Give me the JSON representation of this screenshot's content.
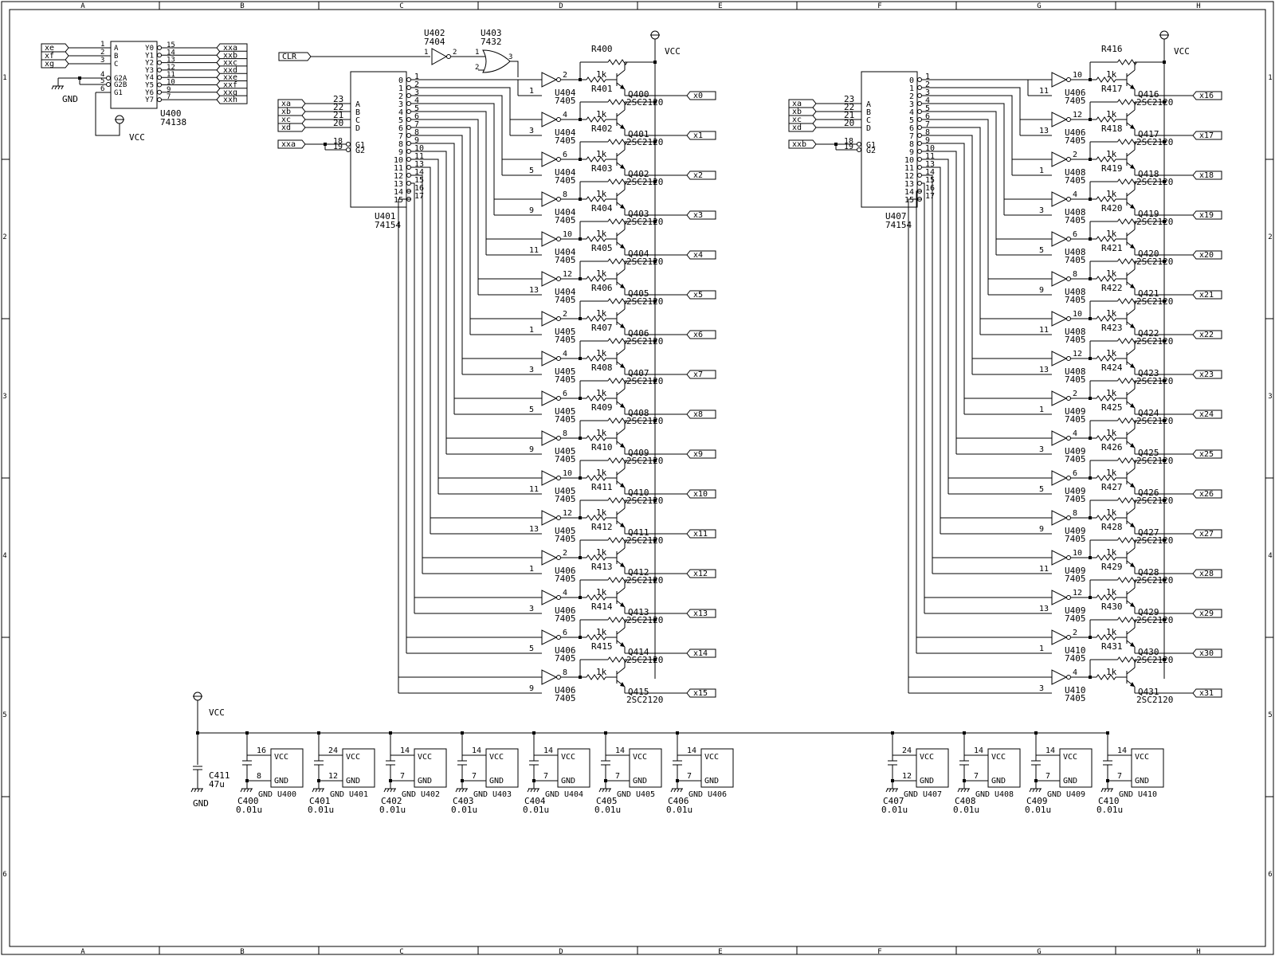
{
  "frame": {
    "columns": [
      "A",
      "B",
      "C",
      "D",
      "E",
      "F",
      "G",
      "H"
    ],
    "rows": [
      "1",
      "2",
      "3",
      "4",
      "5",
      "6"
    ]
  },
  "power": {
    "vcc": "VCC",
    "gnd": "GND"
  },
  "u400": {
    "ref": "U400",
    "part": "74138",
    "in_nets": [
      "xe",
      "xf",
      "xg"
    ],
    "in_pins": [
      "1",
      "2",
      "3"
    ],
    "in_names": [
      "A",
      "B",
      "C"
    ],
    "en_pins": [
      "4",
      "5",
      "6"
    ],
    "en_names": [
      "G2A",
      "G2B",
      "G1"
    ],
    "out_names": [
      "Y0",
      "Y1",
      "Y2",
      "Y3",
      "Y4",
      "Y5",
      "Y6",
      "Y7"
    ],
    "out_pins": [
      "15",
      "14",
      "13",
      "12",
      "11",
      "10",
      "9",
      "7"
    ],
    "out_nets": [
      "xxa",
      "xxb",
      "xxc",
      "xxd",
      "xxe",
      "xxf",
      "xxg",
      "xxh"
    ]
  },
  "clr": {
    "net": "CLR",
    "inv_ref": "U402",
    "inv_part": "7404",
    "inv_in": "1",
    "inv_out": "2",
    "or_ref": "U403",
    "or_part": "7432",
    "or_in1": "1",
    "or_in2": "2",
    "or_out": "3"
  },
  "decoders": [
    {
      "ref": "U401",
      "part": "74154",
      "addr_nets": [
        "xa",
        "xb",
        "xc",
        "xd"
      ],
      "addr_pins": [
        "23",
        "22",
        "21",
        "20"
      ],
      "addr_names": [
        "A",
        "B",
        "C",
        "D"
      ],
      "en_net": "xxa",
      "en_pins": [
        "18",
        "19"
      ],
      "en_names": [
        "G1",
        "G2"
      ],
      "out_names": [
        "0",
        "1",
        "2",
        "3",
        "4",
        "5",
        "6",
        "7",
        "8",
        "9",
        "10",
        "11",
        "12",
        "13",
        "14",
        "15"
      ],
      "out_pins": [
        "1",
        "2",
        "3",
        "4",
        "5",
        "6",
        "7",
        "8",
        "9",
        "10",
        "11",
        "13",
        "14",
        "15",
        "16",
        "17"
      ]
    },
    {
      "ref": "U407",
      "part": "74154",
      "addr_nets": [
        "xa",
        "xb",
        "xc",
        "xd"
      ],
      "addr_pins": [
        "23",
        "22",
        "21",
        "20"
      ],
      "addr_names": [
        "A",
        "B",
        "C",
        "D"
      ],
      "en_net": "xxb",
      "en_pins": [
        "18",
        "19"
      ],
      "en_names": [
        "G1",
        "G2"
      ],
      "out_names": [
        "0",
        "1",
        "2",
        "3",
        "4",
        "5",
        "6",
        "7",
        "8",
        "9",
        "10",
        "11",
        "12",
        "13",
        "14",
        "15"
      ],
      "out_pins": [
        "1",
        "2",
        "3",
        "4",
        "5",
        "6",
        "7",
        "8",
        "9",
        "10",
        "11",
        "13",
        "14",
        "15",
        "16",
        "17"
      ]
    }
  ],
  "drivers_left": [
    {
      "buf": "U404",
      "bp": "7405",
      "bin": "1",
      "bout": "2",
      "r": "R400",
      "rv": "1k",
      "q": "Q400",
      "qp": "2SC2120",
      "net": "x0"
    },
    {
      "buf": "U404",
      "bp": "7405",
      "bin": "3",
      "bout": "4",
      "r": "R401",
      "rv": "1k",
      "q": "Q401",
      "qp": "2SC2120",
      "net": "x1"
    },
    {
      "buf": "U404",
      "bp": "7405",
      "bin": "5",
      "bout": "6",
      "r": "R402",
      "rv": "1k",
      "q": "Q402",
      "qp": "2SC2120",
      "net": "x2"
    },
    {
      "buf": "U404",
      "bp": "7405",
      "bin": "9",
      "bout": "8",
      "r": "R403",
      "rv": "1k",
      "q": "Q403",
      "qp": "2SC2120",
      "net": "x3"
    },
    {
      "buf": "U404",
      "bp": "7405",
      "bin": "11",
      "bout": "10",
      "r": "R404",
      "rv": "1k",
      "q": "Q404",
      "qp": "2SC2120",
      "net": "x4"
    },
    {
      "buf": "U404",
      "bp": "7405",
      "bin": "13",
      "bout": "12",
      "r": "R405",
      "rv": "1k",
      "q": "Q405",
      "qp": "2SC2120",
      "net": "x5"
    },
    {
      "buf": "U405",
      "bp": "7405",
      "bin": "1",
      "bout": "2",
      "r": "R406",
      "rv": "1k",
      "q": "Q406",
      "qp": "2SC2120",
      "net": "x6"
    },
    {
      "buf": "U405",
      "bp": "7405",
      "bin": "3",
      "bout": "4",
      "r": "R407",
      "rv": "1k",
      "q": "Q407",
      "qp": "2SC2120",
      "net": "x7"
    },
    {
      "buf": "U405",
      "bp": "7405",
      "bin": "5",
      "bout": "6",
      "r": "R408",
      "rv": "1k",
      "q": "Q408",
      "qp": "2SC2120",
      "net": "x8"
    },
    {
      "buf": "U405",
      "bp": "7405",
      "bin": "9",
      "bout": "8",
      "r": "R409",
      "rv": "1k",
      "q": "Q409",
      "qp": "2SC2120",
      "net": "x9"
    },
    {
      "buf": "U405",
      "bp": "7405",
      "bin": "11",
      "bout": "10",
      "r": "R410",
      "rv": "1k",
      "q": "Q410",
      "qp": "2SC2120",
      "net": "x10"
    },
    {
      "buf": "U405",
      "bp": "7405",
      "bin": "13",
      "bout": "12",
      "r": "R411",
      "rv": "1k",
      "q": "Q411",
      "qp": "2SC2120",
      "net": "x11"
    },
    {
      "buf": "U406",
      "bp": "7405",
      "bin": "1",
      "bout": "2",
      "r": "R412",
      "rv": "1k",
      "q": "Q412",
      "qp": "2SC2120",
      "net": "x12"
    },
    {
      "buf": "U406",
      "bp": "7405",
      "bin": "3",
      "bout": "4",
      "r": "R413",
      "rv": "1k",
      "q": "Q413",
      "qp": "2SC2120",
      "net": "x13"
    },
    {
      "buf": "U406",
      "bp": "7405",
      "bin": "5",
      "bout": "6",
      "r": "R414",
      "rv": "1k",
      "q": "Q414",
      "qp": "2SC2120",
      "net": "x14"
    },
    {
      "buf": "U406",
      "bp": "7405",
      "bin": "9",
      "bout": "8",
      "r": "R415",
      "rv": "1k",
      "q": "Q415",
      "qp": "2SC2120",
      "net": "x15"
    }
  ],
  "drivers_right": [
    {
      "buf": "U406",
      "bp": "7405",
      "bin": "11",
      "bout": "10",
      "r": "R416",
      "rv": "1k",
      "q": "Q416",
      "qp": "2SC2120",
      "net": "x16"
    },
    {
      "buf": "U406",
      "bp": "7405",
      "bin": "13",
      "bout": "12",
      "r": "R417",
      "rv": "1k",
      "q": "Q417",
      "qp": "2SC2120",
      "net": "x17"
    },
    {
      "buf": "U408",
      "bp": "7405",
      "bin": "1",
      "bout": "2",
      "r": "R418",
      "rv": "1k",
      "q": "Q418",
      "qp": "2SC2120",
      "net": "x18"
    },
    {
      "buf": "U408",
      "bp": "7405",
      "bin": "3",
      "bout": "4",
      "r": "R419",
      "rv": "1k",
      "q": "Q419",
      "qp": "2SC2120",
      "net": "x19"
    },
    {
      "buf": "U408",
      "bp": "7405",
      "bin": "5",
      "bout": "6",
      "r": "R420",
      "rv": "1k",
      "q": "Q420",
      "qp": "2SC2120",
      "net": "x20"
    },
    {
      "buf": "U408",
      "bp": "7405",
      "bin": "9",
      "bout": "8",
      "r": "R421",
      "rv": "1k",
      "q": "Q421",
      "qp": "2SC2120",
      "net": "x21"
    },
    {
      "buf": "U408",
      "bp": "7405",
      "bin": "11",
      "bout": "10",
      "r": "R422",
      "rv": "1k",
      "q": "Q422",
      "qp": "2SC2120",
      "net": "x22"
    },
    {
      "buf": "U408",
      "bp": "7405",
      "bin": "13",
      "bout": "12",
      "r": "R423",
      "rv": "1k",
      "q": "Q423",
      "qp": "2SC2120",
      "net": "x23"
    },
    {
      "buf": "U409",
      "bp": "7405",
      "bin": "1",
      "bout": "2",
      "r": "R424",
      "rv": "1k",
      "q": "Q424",
      "qp": "2SC2120",
      "net": "x24"
    },
    {
      "buf": "U409",
      "bp": "7405",
      "bin": "3",
      "bout": "4",
      "r": "R425",
      "rv": "1k",
      "q": "Q425",
      "qp": "2SC2120",
      "net": "x25"
    },
    {
      "buf": "U409",
      "bp": "7405",
      "bin": "5",
      "bout": "6",
      "r": "R426",
      "rv": "1k",
      "q": "Q426",
      "qp": "2SC2120",
      "net": "x26"
    },
    {
      "buf": "U409",
      "bp": "7405",
      "bin": "9",
      "bout": "8",
      "r": "R427",
      "rv": "1k",
      "q": "Q427",
      "qp": "2SC2120",
      "net": "x27"
    },
    {
      "buf": "U409",
      "bp": "7405",
      "bin": "11",
      "bout": "10",
      "r": "R428",
      "rv": "1k",
      "q": "Q428",
      "qp": "2SC2120",
      "net": "x28"
    },
    {
      "buf": "U409",
      "bp": "7405",
      "bin": "13",
      "bout": "12",
      "r": "R429",
      "rv": "1k",
      "q": "Q429",
      "qp": "2SC2120",
      "net": "x29"
    },
    {
      "buf": "U410",
      "bp": "7405",
      "bin": "1",
      "bout": "2",
      "r": "R430",
      "rv": "1k",
      "q": "Q430",
      "qp": "2SC2120",
      "net": "x30"
    },
    {
      "buf": "U410",
      "bp": "7405",
      "bin": "3",
      "bout": "4",
      "r": "R431",
      "rv": "1k",
      "q": "Q431",
      "qp": "2SC2120",
      "net": "x31"
    }
  ],
  "bulk_cap": {
    "ref": "C411",
    "val": "47u"
  },
  "decoupling": [
    {
      "c": "C400",
      "val": "0.01u",
      "u": "U400",
      "vpin": "16",
      "gpin": "8"
    },
    {
      "c": "C401",
      "val": "0.01u",
      "u": "U401",
      "vpin": "24",
      "gpin": "12"
    },
    {
      "c": "C402",
      "val": "0.01u",
      "u": "U402",
      "vpin": "14",
      "gpin": "7"
    },
    {
      "c": "C403",
      "val": "0.01u",
      "u": "U403",
      "vpin": "14",
      "gpin": "7"
    },
    {
      "c": "C404",
      "val": "0.01u",
      "u": "U404",
      "vpin": "14",
      "gpin": "7"
    },
    {
      "c": "C405",
      "val": "0.01u",
      "u": "U405",
      "vpin": "14",
      "gpin": "7"
    },
    {
      "c": "C406",
      "val": "0.01u",
      "u": "U406",
      "vpin": "14",
      "gpin": "7"
    },
    {
      "c": "C407",
      "val": "0.01u",
      "u": "U407",
      "vpin": "24",
      "gpin": "12"
    },
    {
      "c": "C408",
      "val": "0.01u",
      "u": "U408",
      "vpin": "14",
      "gpin": "7"
    },
    {
      "c": "C409",
      "val": "0.01u",
      "u": "U409",
      "vpin": "14",
      "gpin": "7"
    },
    {
      "c": "C410",
      "val": "0.01u",
      "u": "U410",
      "vpin": "14",
      "gpin": "7"
    }
  ]
}
